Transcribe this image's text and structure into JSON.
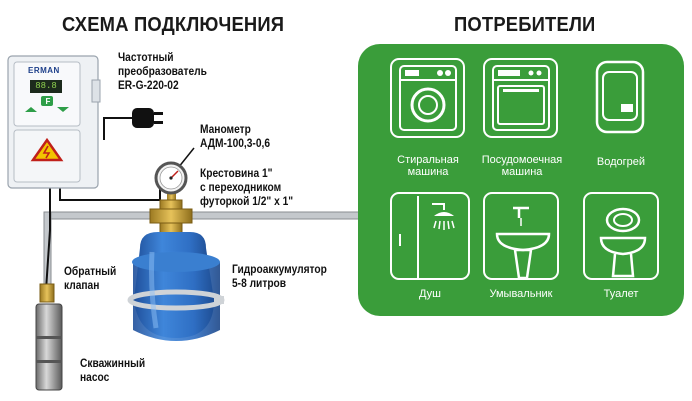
{
  "title_left": "СХЕМА ПОДКЛЮЧЕНИЯ",
  "title_right": "ПОТРЕБИТЕЛИ",
  "controller": {
    "brand": "ERMAN",
    "display": "88.8",
    "button_label": "F",
    "label_lines": [
      "Частотный",
      "преобразователь",
      "ER-G-220-02"
    ]
  },
  "manometer": {
    "label_lines": [
      "Манометр",
      "АДМ-100,3-0,6"
    ]
  },
  "cross": {
    "label_lines": [
      "Крестовина 1\"",
      "с переходником",
      "футоркой 1/2\" х 1\""
    ]
  },
  "accumulator": {
    "label_lines": [
      "Гидроаккумулятор",
      "5-8 литров"
    ]
  },
  "check_valve": {
    "label_lines": [
      "Обратный",
      "клапан"
    ]
  },
  "pump": {
    "label_lines": [
      "Скважинный",
      "насос"
    ]
  },
  "consumers": {
    "washing_machine": [
      "Стиральная",
      "машина"
    ],
    "dishwasher": [
      "Посудомоечная",
      "машина"
    ],
    "water_heater": [
      "Водогрей"
    ],
    "shower": [
      "Душ"
    ],
    "washbasin": [
      "Умывальник"
    ],
    "toilet": [
      "Туалет"
    ]
  },
  "colors": {
    "panel_green": "#3a9d3a",
    "tank_blue": "#2f6fc4",
    "pipe_gray": "#b8bcc0",
    "brass": "#c9a23a"
  }
}
